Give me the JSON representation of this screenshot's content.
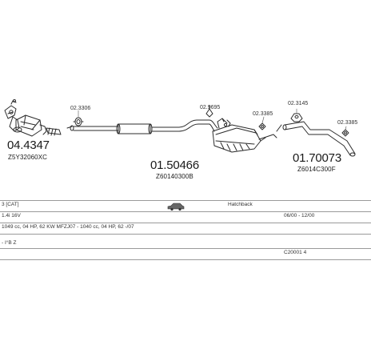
{
  "parts": [
    {
      "number": "04.4347",
      "oe": "Z5Y32060XC"
    },
    {
      "number": "01.50466",
      "oe": "Z60140300B"
    },
    {
      "number": "01.70073",
      "oe": "Z6014C300F"
    }
  ],
  "accessories": [
    "02.3306",
    "02.9695",
    "02.3385",
    "02.3145",
    "02.3385"
  ],
  "rows": {
    "r1_model": "3 [CAT]",
    "r1_body": "Hatchback",
    "r2_engine": "1.4i 16V",
    "r2_period": "06/00 - 12/00",
    "r3_spec": "1049 cc, 04 HP, 62 KW MFZJ07 - 1040 cc, 04 HP, 62 -/07",
    "r4_code": "- I°B Z",
    "r5_ref": "C20001 4"
  },
  "icons": {
    "body_type": "car-silhouette-icon"
  }
}
